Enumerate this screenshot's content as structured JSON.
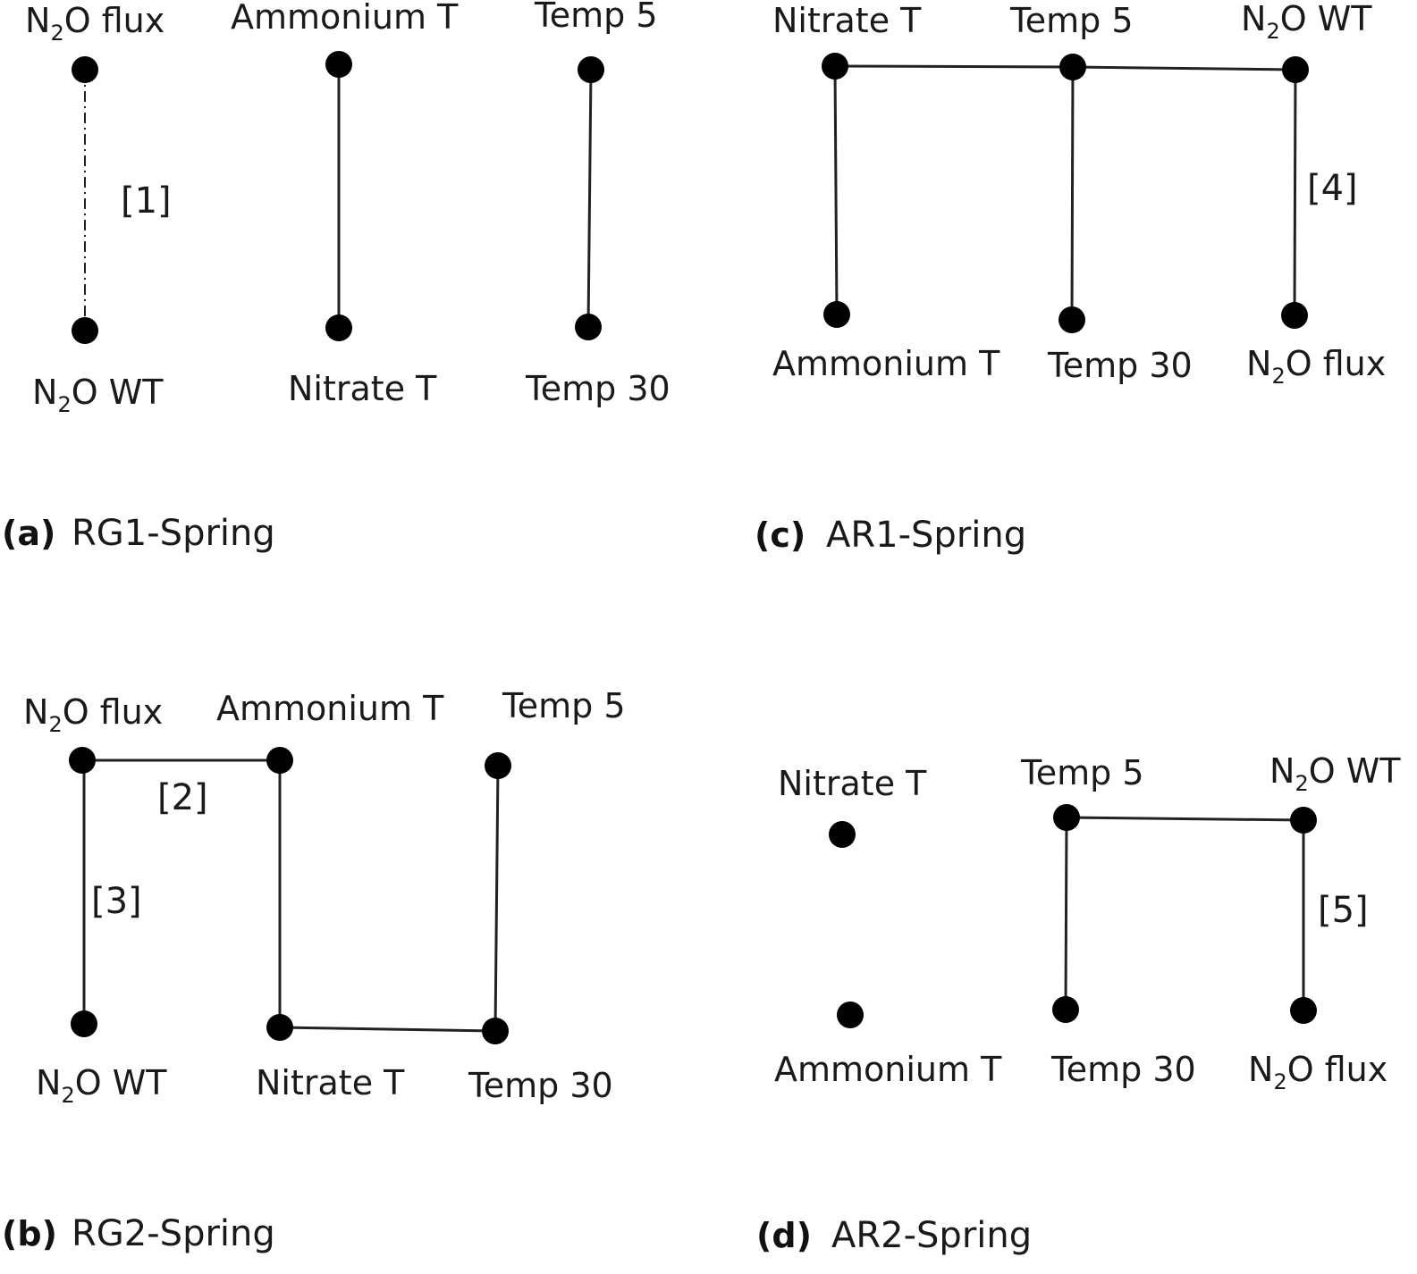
{
  "panels": {
    "a": {
      "letter": "(a)",
      "title": "RG1-Spring",
      "edge_labels": {
        "e1": "[1]"
      }
    },
    "b": {
      "letter": "(b)",
      "title": "RG2-Spring",
      "edge_labels": {
        "e2": "[2]",
        "e3": "[3]"
      }
    },
    "c": {
      "letter": "(c)",
      "title": "AR1-Spring",
      "edge_labels": {
        "e4": "[4]"
      }
    },
    "d": {
      "letter": "(d)",
      "title": "AR2-Spring",
      "edge_labels": {
        "e5": "[5]"
      }
    }
  },
  "nodes": {
    "n2o_flux": {
      "base": "N",
      "sub": "2",
      "rest": "O flux"
    },
    "n2o_wt": {
      "base": "N",
      "sub": "2",
      "rest": "O WT"
    },
    "ammonium_t": "Ammonium T",
    "nitrate_t": "Nitrate T",
    "temp5": "Temp 5",
    "temp30": "Temp 30"
  },
  "colors": {
    "node": "#000000",
    "edge": "#222222"
  }
}
